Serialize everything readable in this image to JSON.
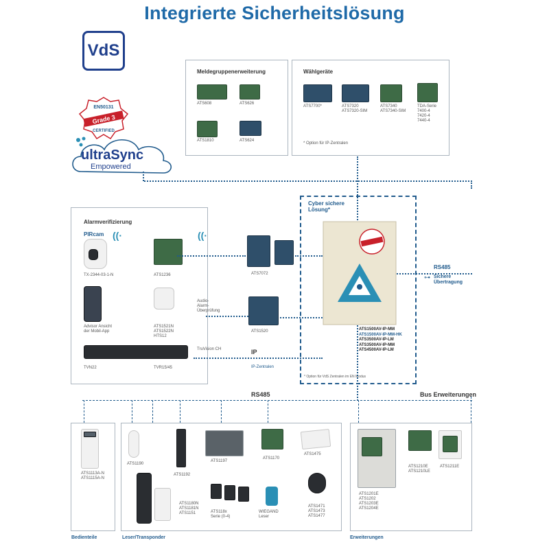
{
  "title": "Integrierte Sicherheitslösung",
  "vds_logo": "VdS",
  "cert_badge": {
    "top": "EN50131",
    "middle": "Grade 3",
    "bottom": "CERTIFIED"
  },
  "ultrasync": {
    "name": "ultraSync",
    "sub": "Empowered"
  },
  "meldegruppen": {
    "title": "Meldegruppenerweiterung",
    "items": [
      "ATS608",
      "ATS626",
      "ATS1810",
      "ATS624"
    ]
  },
  "waehlgeraete": {
    "title": "Wählgeräte",
    "items": [
      "ATS7700*",
      "ATS7320\nATS7320-SIM",
      "ATS7340\nATS7340-SIM",
      "TDA-Serie\n7400-4\n7420-4\n7440-4"
    ],
    "note": "* Option für IP-Zentralen"
  },
  "alarm": {
    "title": "Alarmverifizierung",
    "pircam": "PIRcam",
    "items": {
      "pircam_model": "TX-2344-03-1-N",
      "ats1236": "ATS1236",
      "advisor": "Advisor Ansicht\nder Mobil-App",
      "ats1521": "ATS1521N\nATS1522N\nHTS12",
      "tvn22": "TVN22",
      "tvr": "TVR15/45"
    }
  },
  "center": {
    "cyber": "Cyber sichere\nLösung*",
    "models": [
      "ATS1500AV-IP-MM",
      "ATS1500AV-IP-MM-HK",
      "ATS3500AV-IP-LM",
      "ATS3500AV-IP-MM",
      "ATS4500AV-IP-LM"
    ],
    "note": "* Option für VdS Zentralen im EN Modus"
  },
  "mid": {
    "ats7072": "ATS7072",
    "ats1520": "ATS1520",
    "audio": "Audio-\nAlarm-\nÜberprüfung",
    "truvision": "TruVision CH",
    "ip": "IP",
    "ip_zentralen": "IP-Zentralen"
  },
  "right": {
    "rs485": "RS485",
    "sichere": "Sichere\nÜbertragung"
  },
  "buses": {
    "rs485": "RS485",
    "bus_erw": "Bus Erweiterungen"
  },
  "bedienteile": {
    "label": "ATS1113A-N\nATS1115A-N",
    "footer": "Bedienteile"
  },
  "leser": {
    "footer": "Leser/Transponder",
    "items": {
      "ats1190": "ATS1190",
      "ats1192": "ATS1192",
      "ats1197": "ATS1197",
      "ats1170": "ATS1170",
      "ats1475": "ATS1475",
      "ats1180": "ATS1180N\nATS1181N\nATS1151",
      "ats118x": "ATS118x\nSerie (0-4)",
      "wiegand": "WIEGAND\nLeser",
      "ats1471": "ATS1471\nATS1473\nATS1477"
    }
  },
  "erweiterungen": {
    "footer": "Erweiterungen",
    "items": {
      "ats1201": "ATS1201E\nATS1202\nATS1203E\nATS1204E",
      "ats1210": "ATS1210E\nATS1210LE",
      "ats1211": "ATS1211E"
    }
  },
  "colors": {
    "title": "#1f6aa8",
    "lines": "#1f5a8c",
    "vds": "#1f3f8c",
    "badge_red": "#c8202a",
    "accent_teal": "#2a8fb5"
  }
}
